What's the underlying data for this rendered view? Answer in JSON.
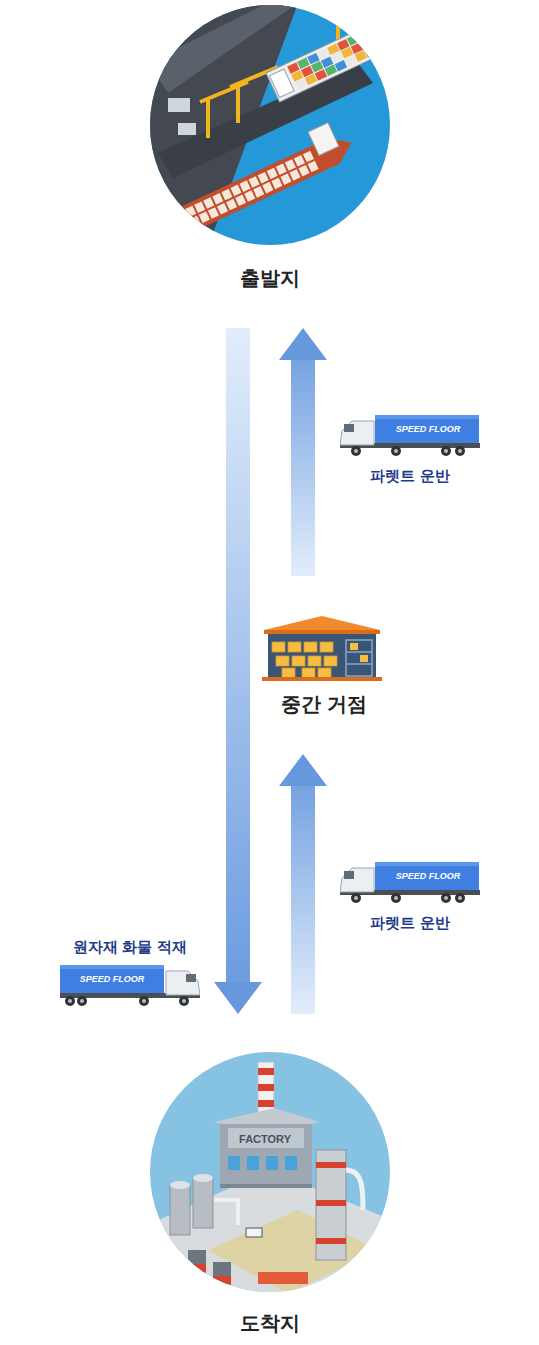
{
  "diagram": {
    "nodes": [
      {
        "text": [
          "출발지"
        ]
      },
      {
        "text": [
          "중간 거점"
        ]
      },
      {
        "text": [
          "도착지"
        ]
      }
    ],
    "edges": [
      {
        "from": 0,
        "to": 2,
        "arrow": "to",
        "label": "원자재 화물 적재"
      },
      {
        "from": 2,
        "to": 1,
        "arrow": "to",
        "label": "파렛트 운반"
      },
      {
        "from": 1,
        "to": 0,
        "arrow": "to",
        "label": "파렛트 운반"
      }
    ],
    "labels": [
      "FACTORY",
      "SPEED FLOOR",
      "SPEED FLOOR",
      "SPEED FLOOR"
    ]
  }
}
